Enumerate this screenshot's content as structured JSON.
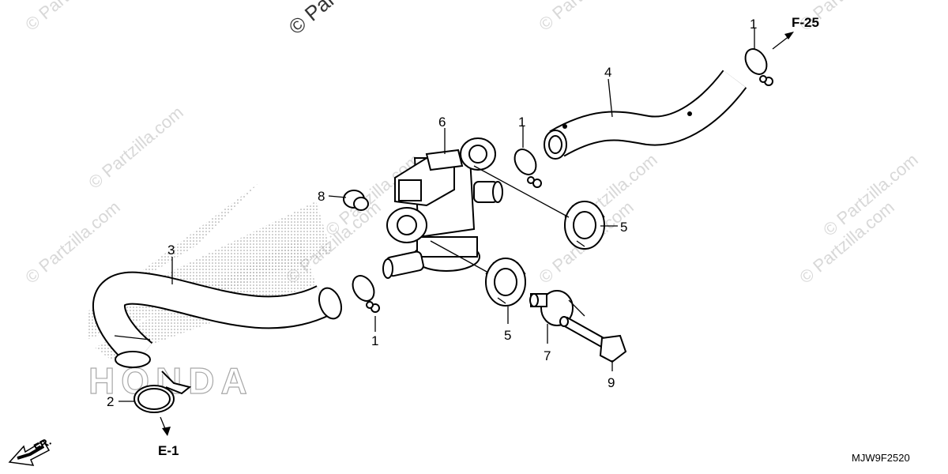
{
  "diagram": {
    "watermark_text": "© Partzilla.com",
    "top_watermark_text": "© Par",
    "brand_text": "HONDA",
    "callouts": {
      "c1a": "1",
      "c1b": "1",
      "c1c": "1",
      "c2": "2",
      "c3": "3",
      "c4": "4",
      "c5a": "5",
      "c5b": "5",
      "c6": "6",
      "c7": "7",
      "c8": "8",
      "c9": "9"
    },
    "refs": {
      "f25": "F-25",
      "e1": "E-1",
      "fr": "FR."
    },
    "diagram_code": "MJW9F2520",
    "colors": {
      "line": "#000000",
      "watermark": "#d8d8d8",
      "dot_pattern": "#9a9a9a"
    }
  }
}
